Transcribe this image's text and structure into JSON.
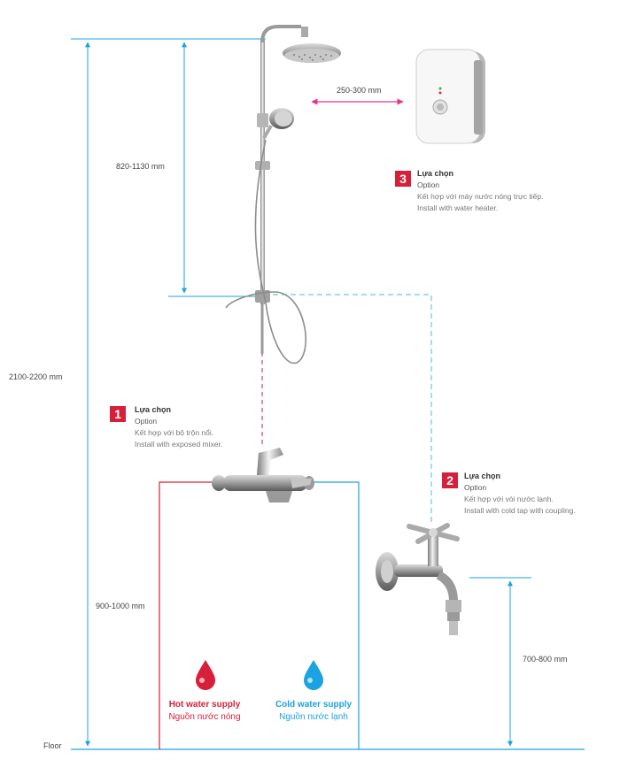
{
  "dimensions": {
    "total_height": "2100-2200 mm",
    "shower_height": "820-1130 mm",
    "mixer_height": "900-1000 mm",
    "tap_height": "700-800 mm",
    "heater_distance": "250-300 mm",
    "floor": "Floor"
  },
  "options": [
    {
      "number": "1",
      "title": "Lựa chọn",
      "subtitle": "Option",
      "vi": "Kết hợp với bộ trộn nổi.",
      "en": "Install with exposed mixer."
    },
    {
      "number": "2",
      "title": "Lựa chọn",
      "subtitle": "Option",
      "vi": "Kết hợp với vòi nước lạnh.",
      "en": "Install with cold tap with coupling."
    },
    {
      "number": "3",
      "title": "Lựa chọn",
      "subtitle": "Option",
      "vi": "Kết hợp với máy nước nóng trực tiếp.",
      "en": "Install with water heater."
    }
  ],
  "supplies": {
    "hot": {
      "en": "Hot water supply",
      "vi": "Nguồn nước nóng",
      "color": "#d6203a"
    },
    "cold": {
      "en": "Cold water supply",
      "vi": "Nguồn nước lạnh",
      "color": "#1aa3e0"
    }
  },
  "colors": {
    "dim_line": "#1aa3e0",
    "pink": "#e8358a",
    "badge": "#d6203a"
  }
}
